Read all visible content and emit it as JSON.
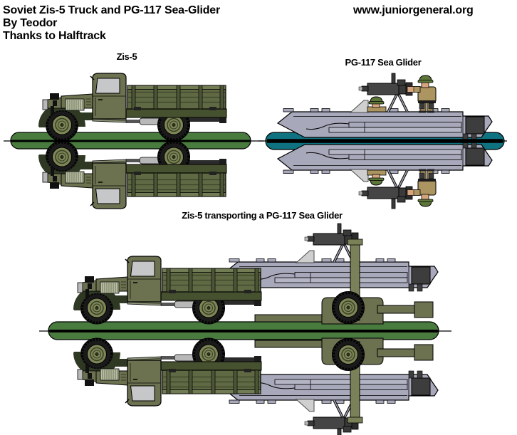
{
  "header": {
    "title": "Soviet Zis-5 Truck and PG-117 Sea-Glider",
    "byline": "By Teodor",
    "credit": "Thanks to Halftrack",
    "website": "www.juniorgeneral.org"
  },
  "figures": [
    {
      "label": "Zis-5"
    },
    {
      "label": "PG-117 Sea Glider"
    },
    {
      "label": "Zis-5 transporting a PG-117 Sea Glider"
    }
  ],
  "colors": {
    "background": "#ffffff",
    "text": "#000000",
    "truck_body": "#6c7150",
    "truck_dark": "#2f3823",
    "truck_frame": "#46512f",
    "bed": "#5f6943",
    "bed_rail": "#727c54",
    "bed_post": "#4c5636",
    "grille": "#b9c0a6",
    "running_board": "#8c937a",
    "window": "#c6c7c9",
    "tire": "#1a1a1a",
    "hub": "#7e8656",
    "metal": "#b8b8b8",
    "hull": "#a7a8ba",
    "hull_light": "#b3b4c4",
    "engine": "#3d3d3d",
    "windscreen": "#cfcfcf",
    "gun": "#3a3a3a",
    "uniform": "#ad9561",
    "helmet": "#5d7639",
    "skin": "#d6a47c",
    "ground_stand": "#497b3f",
    "water_stand": "#0f7280",
    "trailer_mast": "#7a8158"
  }
}
